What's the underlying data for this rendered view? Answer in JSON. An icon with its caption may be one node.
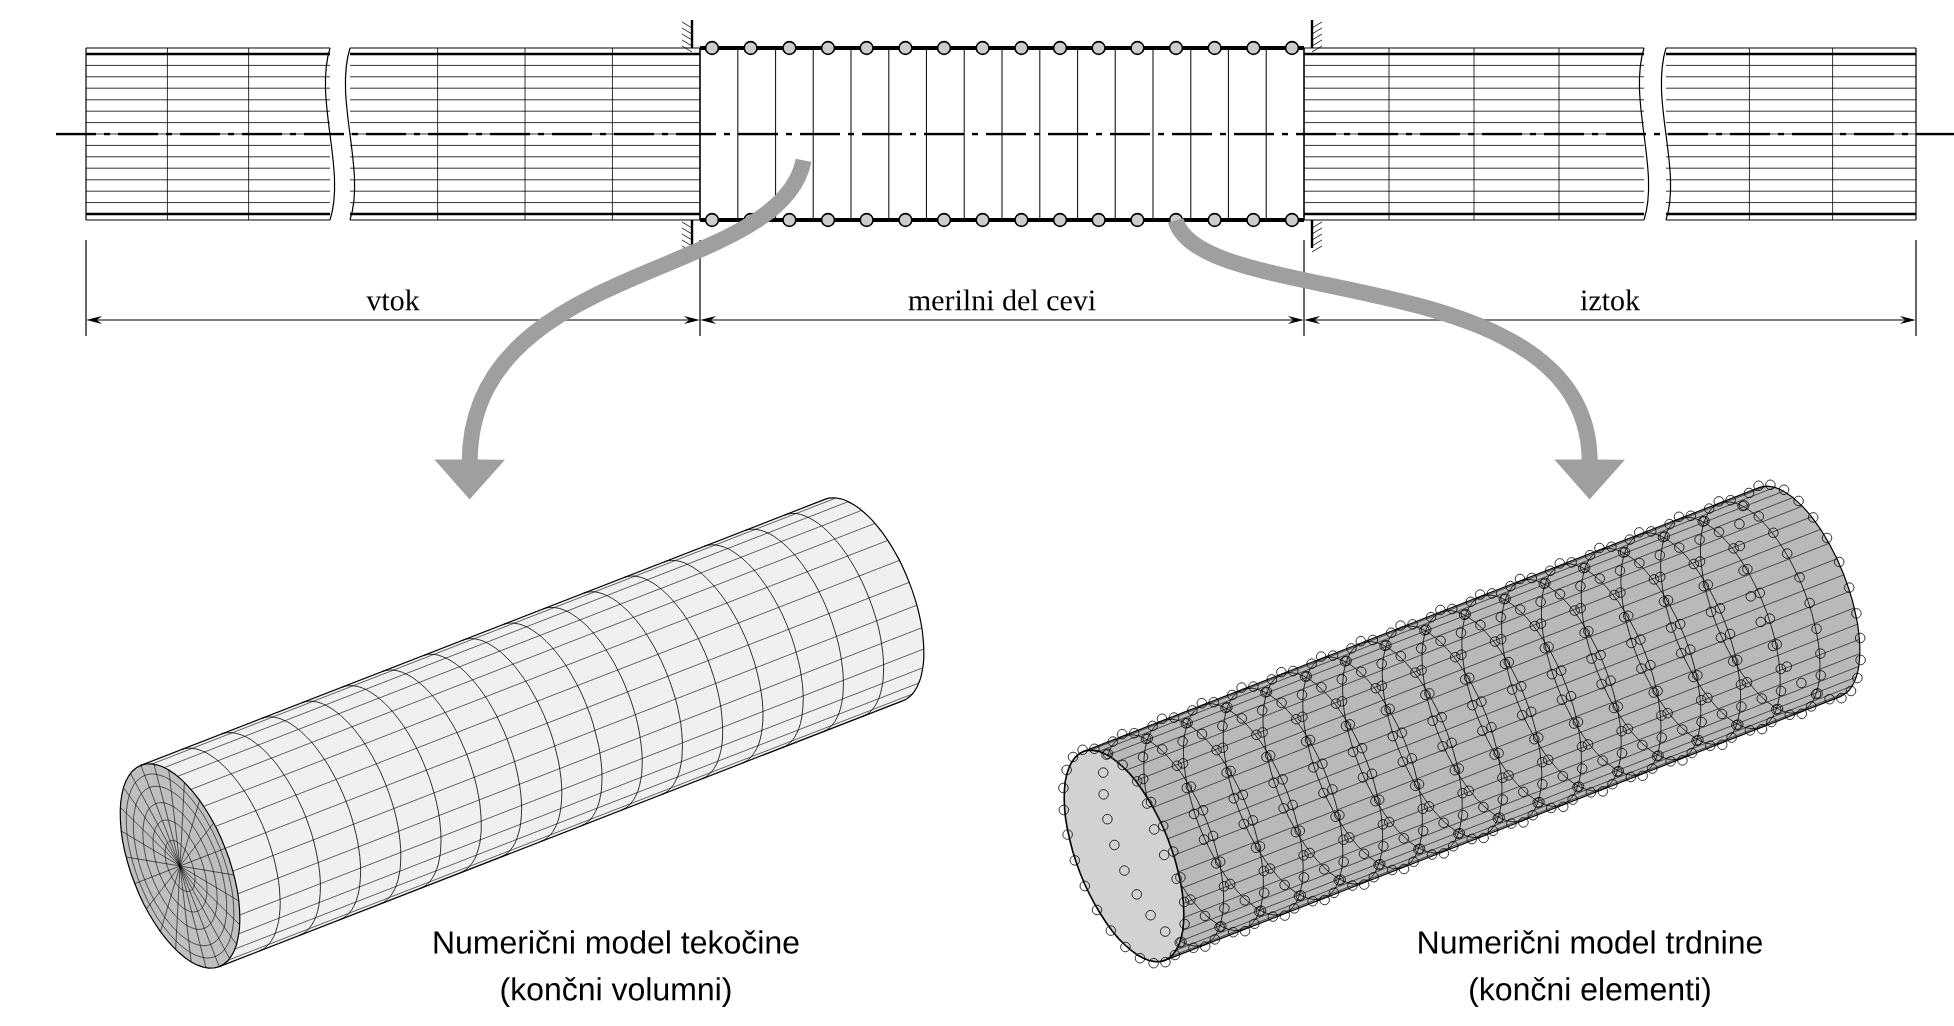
{
  "diagram": {
    "nodes": [
      {
        "text": [],
        "shape": "picture"
      },
      {
        "text": [],
        "shape": "picture",
        "beside": [
          "Numerični model tekočine",
          "(končni volumni)"
        ]
      },
      {
        "text": [],
        "shape": "picture",
        "beside": [
          "Numerični model trdnine",
          "(končni elementi)"
        ]
      }
    ],
    "edges": [
      {
        "from": 0,
        "to": 1,
        "arrow": "to"
      },
      {
        "from": 0,
        "to": 2,
        "arrow": "to"
      }
    ],
    "labels": [
      "vtok",
      "merilni del cevi",
      "iztok"
    ]
  }
}
